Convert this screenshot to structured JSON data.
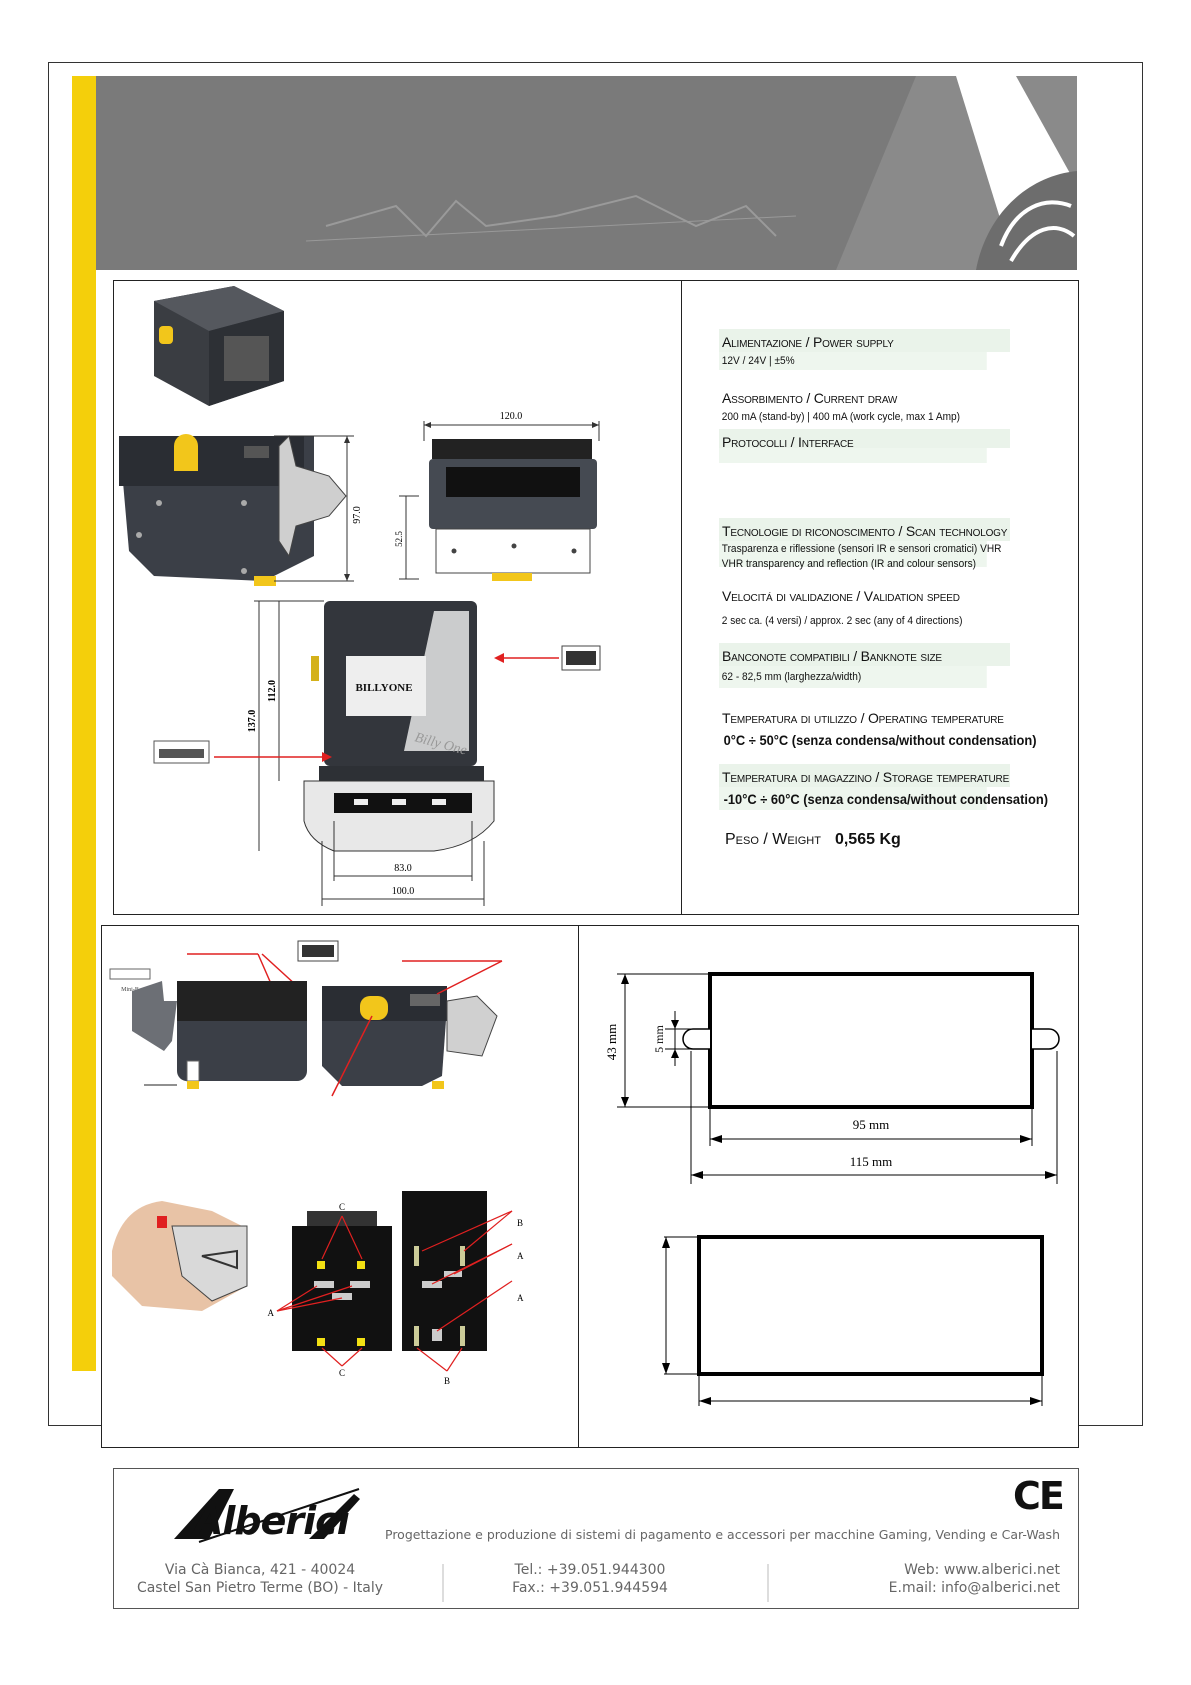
{
  "specs": [
    {
      "heading": "Alimentazione / Power supply",
      "value": "12V / 24V | ±5%"
    },
    {
      "heading": "Assorbimento / Current draw",
      "value": "200 mA (stand-by) | 400 mA (work cycle, max 1 Amp)"
    },
    {
      "heading": "Protocolli / Interface",
      "value": ""
    },
    {
      "heading": "Tecnologie di riconoscimento / Scan technology",
      "value": "Trasparenza e riflessione (sensori IR e sensori cromatici) VHR",
      "value2": "VHR transparency and reflection (IR and colour sensors)"
    },
    {
      "heading": "Velocitá di validazione / Validation speed",
      "value": "2 sec ca. (4 versi) / approx. 2 sec (any of 4 directions)"
    },
    {
      "heading": "Banconote compatibili / Banknote size",
      "value": "62 - 82,5 mm (larghezza/width)"
    },
    {
      "heading": "Temperatura di utilizzo / Operating temperature",
      "value": "0°C ÷ 50°C (senza condensa/without condensation)"
    },
    {
      "heading": "Temperatura di magazzino / Storage temperature",
      "value": "-10°C ÷ 60°C (senza condensa/without condensation)"
    }
  ],
  "weight": {
    "label": "Peso / Weight",
    "value": "0,565 Kg"
  },
  "dims_product": {
    "w120": "120.0",
    "h97": "97.0",
    "h52": "52.5",
    "h137": "137.0",
    "h112": "112.0",
    "w83": "83.0",
    "w100": "100.0"
  },
  "labels": {
    "billyone": "BILLYONE",
    "billy_one": "Billy One",
    "mini_b": "Mini-B"
  },
  "dims_cutout": {
    "h43": "43 mm",
    "h5": "5 mm",
    "w95": "95 mm",
    "w115": "115 mm"
  },
  "fix_labels": {
    "a": "A",
    "b": "B",
    "c": "C"
  },
  "footer": {
    "brand": "Alberici",
    "tagline": "Progettazione e produzione di sistemi di pagamento e accessori per macchine Gaming, Vending e Car-Wash",
    "address1": "Via Cà Bianca, 421 - 40024",
    "address2": "Castel San Pietro Terme (BO) - Italy",
    "tel": "Tel.: +39.051.944300",
    "fax": "Fax.: +39.051.944594",
    "web": "Web: www.alberici.net",
    "email": "E.mail: info@alberici.net",
    "ce": "CE"
  }
}
